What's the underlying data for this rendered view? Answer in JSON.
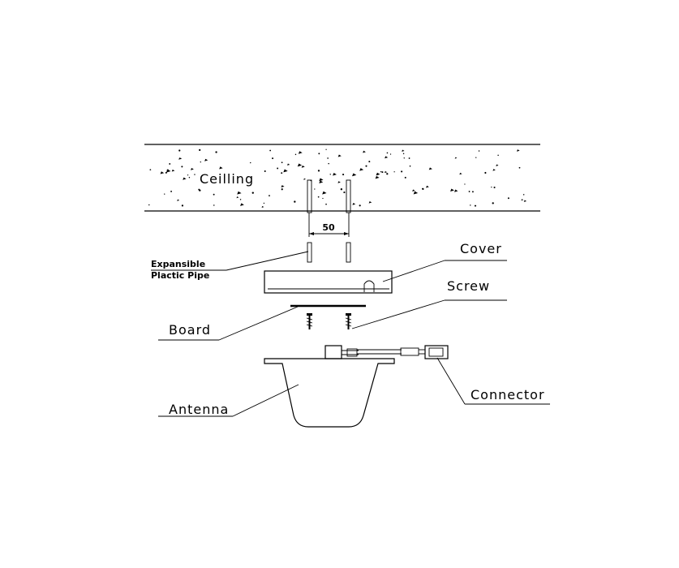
{
  "labels": {
    "ceiling": "Ceilling",
    "dimension": "50",
    "expansible_line1": "Expansible",
    "expansible_line2": "Plactic Pipe",
    "cover": "Cover",
    "screw": "Screw",
    "board": "Board",
    "connector": "Connector",
    "antenna": "Antenna"
  },
  "colors": {
    "line": "#000000",
    "background": "#ffffff"
  }
}
